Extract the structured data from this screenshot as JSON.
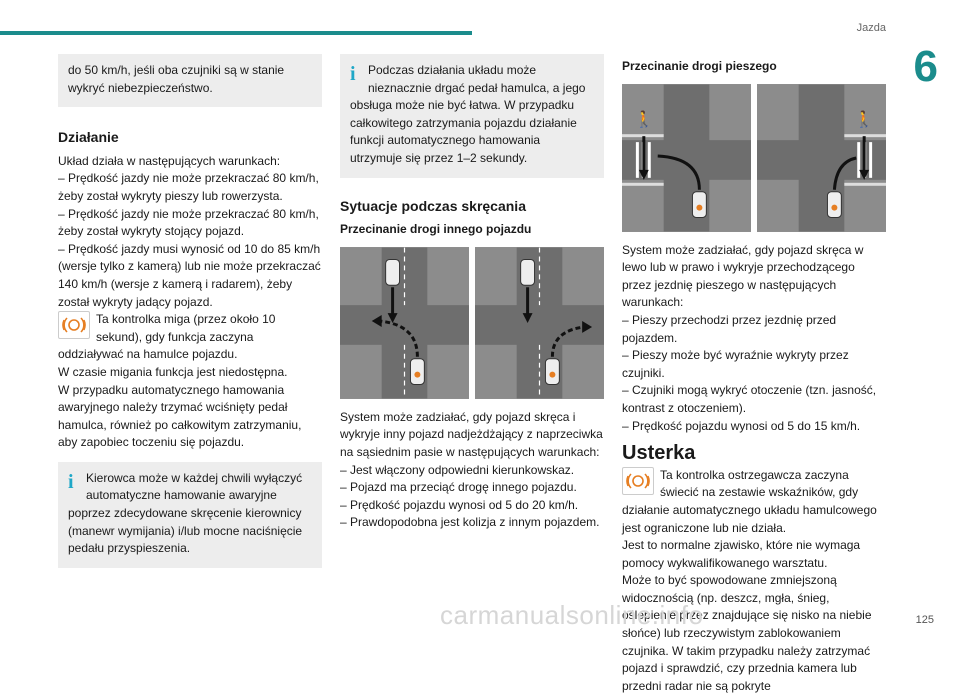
{
  "header": {
    "chapter_title": "Jazda",
    "chapter_number": "6",
    "page_number": "125"
  },
  "col1": {
    "box_text": "do 50 km/h, jeśli oba czujniki są w stanie wykryć niebezpieczeństwo.",
    "heading": "Działanie",
    "intro": "Układ działa w następujących warunkach:",
    "conditions": [
      "– Prędkość jazdy nie może przekraczać 80 km/h, żeby został wykryty pieszy lub rowerzysta.",
      "– Prędkość jazdy nie może przekraczać 80 km/h, żeby został wykryty stojący pojazd.",
      "– Prędkość jazdy musi wynosić od 10 do 85 km/h (wersje tylko z kamerą) lub nie może przekraczać 140 km/h (wersje z kamerą i radarem), żeby został wykryty jadący pojazd."
    ],
    "warning_text": "Ta kontrolka miga (przez około 10 sekund), gdy funkcja zaczyna oddziaływać na hamulce pojazdu.",
    "after_warning": [
      "W czasie migania funkcja jest niedostępna.",
      "W przypadku automatycznego hamowania awaryjnego należy trzymać wciśnięty pedał hamulca, również po całkowitym zatrzymaniu, aby zapobiec toczeniu się pojazdu."
    ],
    "info_text": "Kierowca może w każdej chwili wyłączyć automatyczne hamowanie awaryjne poprzez zdecydowane skręcenie kierownicy (manewr wymijania) i/lub mocne naciśnięcie pedału przyspieszenia."
  },
  "col2": {
    "info_text": "Podczas działania układu może nieznacznie drgać pedał hamulca, a jego obsługa może nie być łatwa. W przypadku całkowitego zatrzymania pojazdu działanie funkcji automatycznego hamowania utrzymuje się przez 1–2 sekundy.",
    "heading": "Sytuacje podczas skręcania",
    "subheading": "Przecinanie drogi innego pojazdu",
    "body": "System może zadziałać, gdy pojazd skręca i wykryje inny pojazd nadjeżdżający z naprzeciwka na sąsiednim pasie w następujących warunkach:",
    "conditions": [
      "– Jest włączony odpowiedni kierunkowskaz.",
      "– Pojazd ma przeciąć drogę innego pojazdu.",
      "– Prędkość pojazdu wynosi od 5 do 20 km/h.",
      "– Prawdopodobna jest kolizja z innym pojazdem."
    ]
  },
  "col3": {
    "subheading": "Przecinanie drogi pieszego",
    "body": "System może zadziałać, gdy pojazd skręca w lewo lub w prawo i wykryje przechodzącego przez jezdnię pieszego w następujących warunkach:",
    "conditions": [
      "– Pieszy przechodzi przez jezdnię przed pojazdem.",
      "– Pieszy może być wyraźnie wykryty przez czujniki.",
      "– Czujniki mogą wykryć otoczenie (tzn. jasność, kontrast z otoczeniem).",
      "– Prędkość pojazdu wynosi od 5 do 15 km/h."
    ],
    "heading": "Usterka",
    "warning_text": "Ta kontrolka ostrzegawcza zaczyna świecić na zestawie wskaźników, gdy działanie automatycznego układu hamulcowego jest ograniczone lub nie działa.",
    "after_warning": [
      "Jest to normalne zjawisko, które nie wymaga pomocy wykwalifikowanego warsztatu.",
      "Może to być spowodowane zmniejszoną widocznością (np. deszcz, mgła, śnieg, oślepienie przez znajdujące się nisko na niebie słońce) lub rzeczywistym zablokowaniem czujnika. W takim przypadku należy zatrzymać pojazd i sprawdzić, czy przednia kamera lub przedni radar nie są pokryte"
    ]
  },
  "watermark": "carmanualsonline.info",
  "colors": {
    "accent": "#1b8c8c",
    "info": "#1fa7c7",
    "warning": "#e67e22",
    "box": "#ededed"
  }
}
